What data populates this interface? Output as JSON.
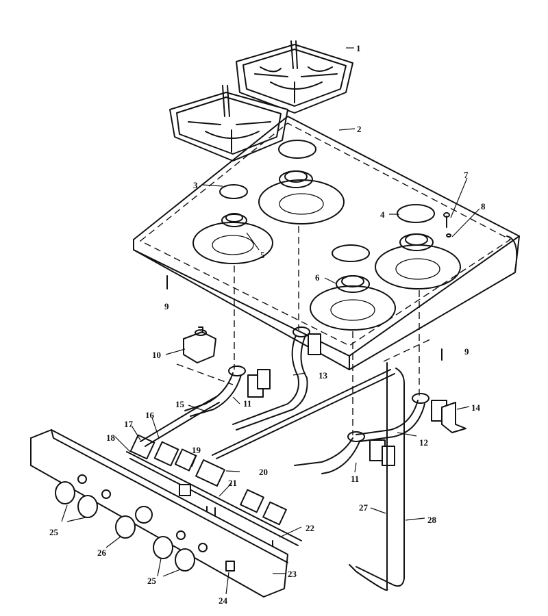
{
  "header_text": "",
  "callouts": [
    "1",
    "2",
    "3",
    "4",
    "5",
    "6",
    "7",
    "8",
    "9",
    "9",
    "10",
    "11",
    "11",
    "12",
    "13",
    "14",
    "15",
    "16",
    "17",
    "18",
    "19",
    "20",
    "21",
    "22",
    "23",
    "24",
    "25",
    "25",
    "26",
    "27",
    "28"
  ]
}
